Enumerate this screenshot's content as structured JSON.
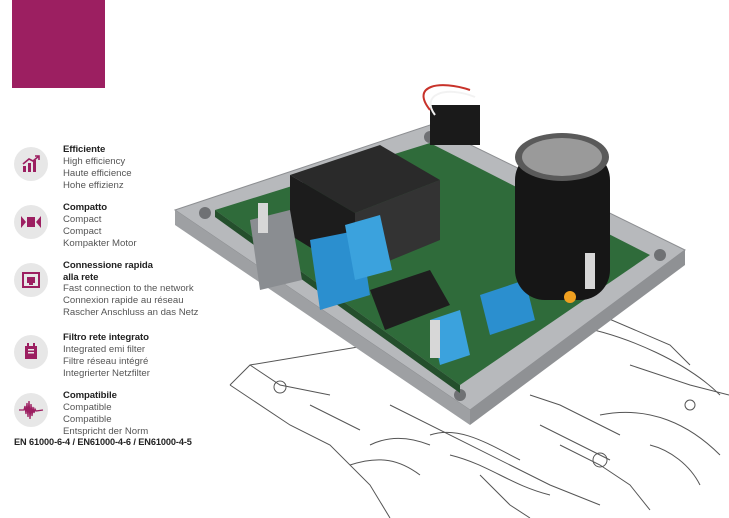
{
  "brand": {
    "color": "#9c1f61"
  },
  "features": [
    {
      "icon": "efficiency-chart-icon",
      "title": "Efficiente",
      "lines": [
        "High efficiency",
        "Haute efficience",
        "Hohe effizienz"
      ]
    },
    {
      "icon": "compact-motor-icon",
      "title": "Compatto",
      "lines": [
        "Compact",
        "Compact",
        "Kompakter Motor"
      ]
    },
    {
      "icon": "network-connector-icon",
      "title": "Connessione rapida alla rete",
      "title_lines": [
        "Connessione rapida",
        "alla rete"
      ],
      "lines": [
        "Fast connection to the network",
        "Connexion rapide au réseau",
        "Rascher Anschluss an das Netz"
      ]
    },
    {
      "icon": "emi-filter-icon",
      "title": "Filtro rete integrato",
      "lines": [
        "Integrated emi filter",
        "Filtre réseau intégré",
        "Integrierter Netzfilter"
      ]
    },
    {
      "icon": "compatibility-waveform-icon",
      "title": "Compatibile",
      "lines": [
        "Compatible",
        "Compatible",
        "Entspricht der Norm"
      ]
    }
  ],
  "norms": "EN 61000-6-4 / EN61000-4-6 / EN61000-4-5"
}
